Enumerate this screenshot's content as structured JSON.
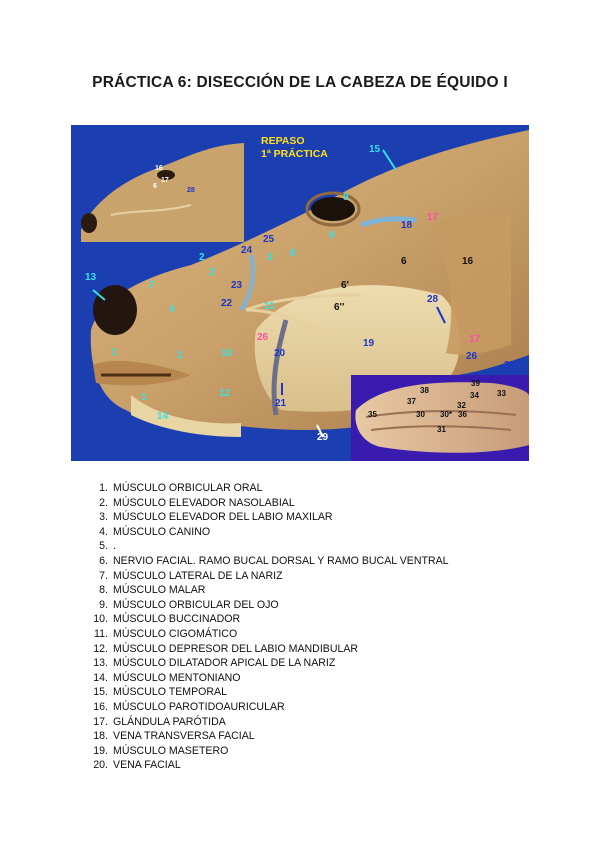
{
  "title": "PRÁCTICA 6: DISECCIÓN DE LA CABEZA DE ÉQUIDO I",
  "figure": {
    "banner_line1": "REPASO",
    "banner_line2": "1ª PRÁCTICA",
    "main_labels": [
      {
        "text": "15",
        "color": "cyan"
      },
      {
        "text": "9",
        "color": "cyan"
      },
      {
        "text": "9",
        "color": "cyan"
      },
      {
        "text": "18",
        "color": "blue"
      },
      {
        "text": "17",
        "color": "pink"
      },
      {
        "text": "25",
        "color": "blue"
      },
      {
        "text": "24",
        "color": "blue"
      },
      {
        "text": "3",
        "color": "cyan"
      },
      {
        "text": "8",
        "color": "cyan"
      },
      {
        "text": "6",
        "color": "black"
      },
      {
        "text": "16",
        "color": "black"
      },
      {
        "text": "2",
        "color": "cyan"
      },
      {
        "text": "2",
        "color": "cyan"
      },
      {
        "text": "13",
        "color": "cyan"
      },
      {
        "text": "7",
        "color": "cyan"
      },
      {
        "text": "23",
        "color": "blue"
      },
      {
        "text": "6'",
        "color": "black"
      },
      {
        "text": "6''",
        "color": "black"
      },
      {
        "text": "28",
        "color": "blue"
      },
      {
        "text": "4",
        "color": "cyan"
      },
      {
        "text": "22",
        "color": "blue"
      },
      {
        "text": "11",
        "color": "cyan"
      },
      {
        "text": "26",
        "color": "pink"
      },
      {
        "text": "19",
        "color": "blue"
      },
      {
        "text": "17",
        "color": "pink"
      },
      {
        "text": "1",
        "color": "cyan"
      },
      {
        "text": "1",
        "color": "cyan"
      },
      {
        "text": "10",
        "color": "cyan"
      },
      {
        "text": "20",
        "color": "blue"
      },
      {
        "text": "26",
        "color": "blue"
      },
      {
        "text": "27",
        "color": "blue"
      },
      {
        "text": "12",
        "color": "cyan"
      },
      {
        "text": "1",
        "color": "cyan"
      },
      {
        "text": "14",
        "color": "cyan"
      },
      {
        "text": "21",
        "color": "blue"
      },
      {
        "text": "29",
        "color": "white"
      }
    ],
    "inset_top_labels": [
      {
        "text": "16",
        "color": "white"
      },
      {
        "text": "17",
        "color": "white"
      },
      {
        "text": "6",
        "color": "white"
      },
      {
        "text": "28",
        "color": "blue"
      }
    ],
    "inset_bottom_labels": [
      {
        "text": "38",
        "color": "black"
      },
      {
        "text": "39",
        "color": "black"
      },
      {
        "text": "37",
        "color": "black"
      },
      {
        "text": "34",
        "color": "black"
      },
      {
        "text": "33",
        "color": "black"
      },
      {
        "text": "32",
        "color": "black"
      },
      {
        "text": "35",
        "color": "black"
      },
      {
        "text": "30",
        "color": "black"
      },
      {
        "text": "30*",
        "color": "black"
      },
      {
        "text": "36",
        "color": "black"
      },
      {
        "text": "31",
        "color": "black"
      }
    ]
  },
  "legend": [
    {
      "num": "1.",
      "text": "MÚSCULO ORBICULAR ORAL"
    },
    {
      "num": "2.",
      "text": "MÚSCULO ELEVADOR NASOLABIAL"
    },
    {
      "num": "3.",
      "text": "MÚSCULO ELEVADOR DEL LABIO MAXILAR"
    },
    {
      "num": "4.",
      "text": "MÚSCULO CANINO"
    },
    {
      "num": "5.",
      "text": "."
    },
    {
      "num": "6.",
      "text": "NERVIO FACIAL. RAMO BUCAL DORSAL Y RAMO BUCAL VENTRAL"
    },
    {
      "num": "7.",
      "text": "MÚSCULO LATERAL DE LA NARIZ"
    },
    {
      "num": "8.",
      "text": "MÚSCULO MALAR"
    },
    {
      "num": "9.",
      "text": "MÚSCULO ORBICULAR DEL OJO"
    },
    {
      "num": "10.",
      "text": "MÚSCULO BUCCINADOR"
    },
    {
      "num": "11.",
      "text": "MÚSCULO CIGOMÁTICO"
    },
    {
      "num": "12.",
      "text": "MÚSCULO DEPRESOR DEL LABIO MANDIBULAR"
    },
    {
      "num": "13.",
      "text": "MÚSCULO DILATADOR APICAL DE LA NARIZ"
    },
    {
      "num": "14.",
      "text": "MÚSCULO MENTONIANO"
    },
    {
      "num": "15.",
      "text": "MÚSCULO TEMPORAL"
    },
    {
      "num": "16.",
      "text": "MÚSCULO PAROTIDOAURICULAR"
    },
    {
      "num": "17.",
      "text": "GLÁNDULA PARÓTIDA"
    },
    {
      "num": "18.",
      "text": "VENA TRANSVERSA FACIAL"
    },
    {
      "num": "19.",
      "text": "MÚSCULO MASETERO"
    },
    {
      "num": "20.",
      "text": "VENA FACIAL"
    }
  ]
}
